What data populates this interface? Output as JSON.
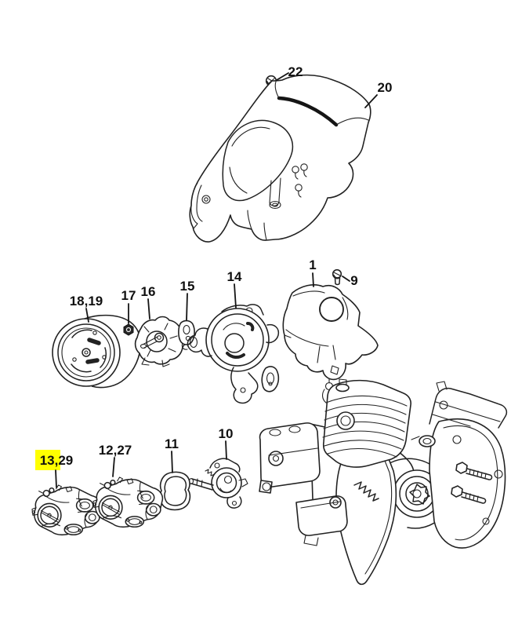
{
  "diagram": {
    "background_color": "#ffffff",
    "line_color": "#222222",
    "label_color": "#101010",
    "highlight_color": "#ffff00",
    "callouts": [
      {
        "ref": "22",
        "label": "22",
        "highlighted": false
      },
      {
        "ref": "20",
        "label": "20",
        "highlighted": false
      },
      {
        "ref": "18,19",
        "label": "18,19",
        "highlighted": false
      },
      {
        "ref": "17",
        "label": "17",
        "highlighted": false
      },
      {
        "ref": "16",
        "label": "16",
        "highlighted": false
      },
      {
        "ref": "15",
        "label": "15",
        "highlighted": false
      },
      {
        "ref": "14",
        "label": "14",
        "highlighted": false
      },
      {
        "ref": "1",
        "label": "1",
        "highlighted": false
      },
      {
        "ref": "9",
        "label": "9",
        "highlighted": false
      },
      {
        "ref": "13,29",
        "label": "13,29",
        "highlighted": true
      },
      {
        "ref": "12,27",
        "label": "12,27",
        "highlighted": false
      },
      {
        "ref": "11",
        "label": "11",
        "highlighted": false
      },
      {
        "ref": "10",
        "label": "10",
        "highlighted": false
      }
    ]
  }
}
